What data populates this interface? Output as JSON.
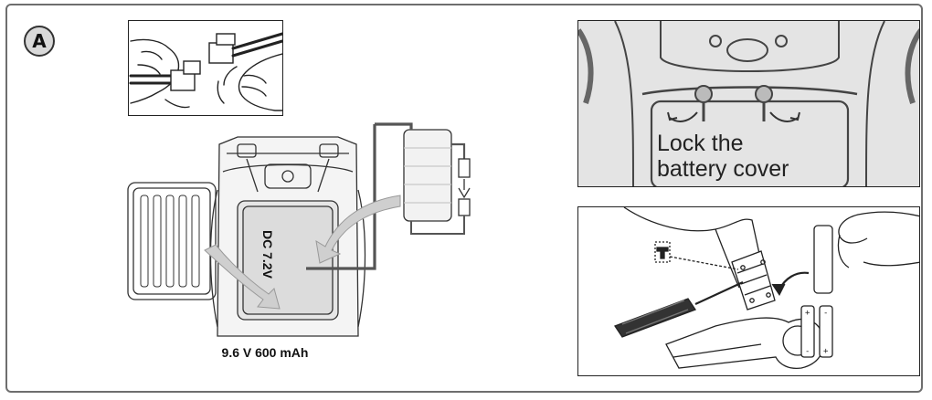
{
  "step_badge": "A",
  "battery_pack_caption": "9.6 V 600 mAh",
  "battery_compartment_label": "DC 7.2V",
  "lock_instruction": "Lock the battery cover",
  "lock_lines": [
    "Lock the",
    "battery cover"
  ],
  "aa_polarity": [
    "+",
    "-",
    "-",
    "+"
  ],
  "colors": {
    "frame": "#6e6e6e",
    "line": "#222222",
    "arrow_fill": "#cfcfcf",
    "wire": "#555555"
  }
}
